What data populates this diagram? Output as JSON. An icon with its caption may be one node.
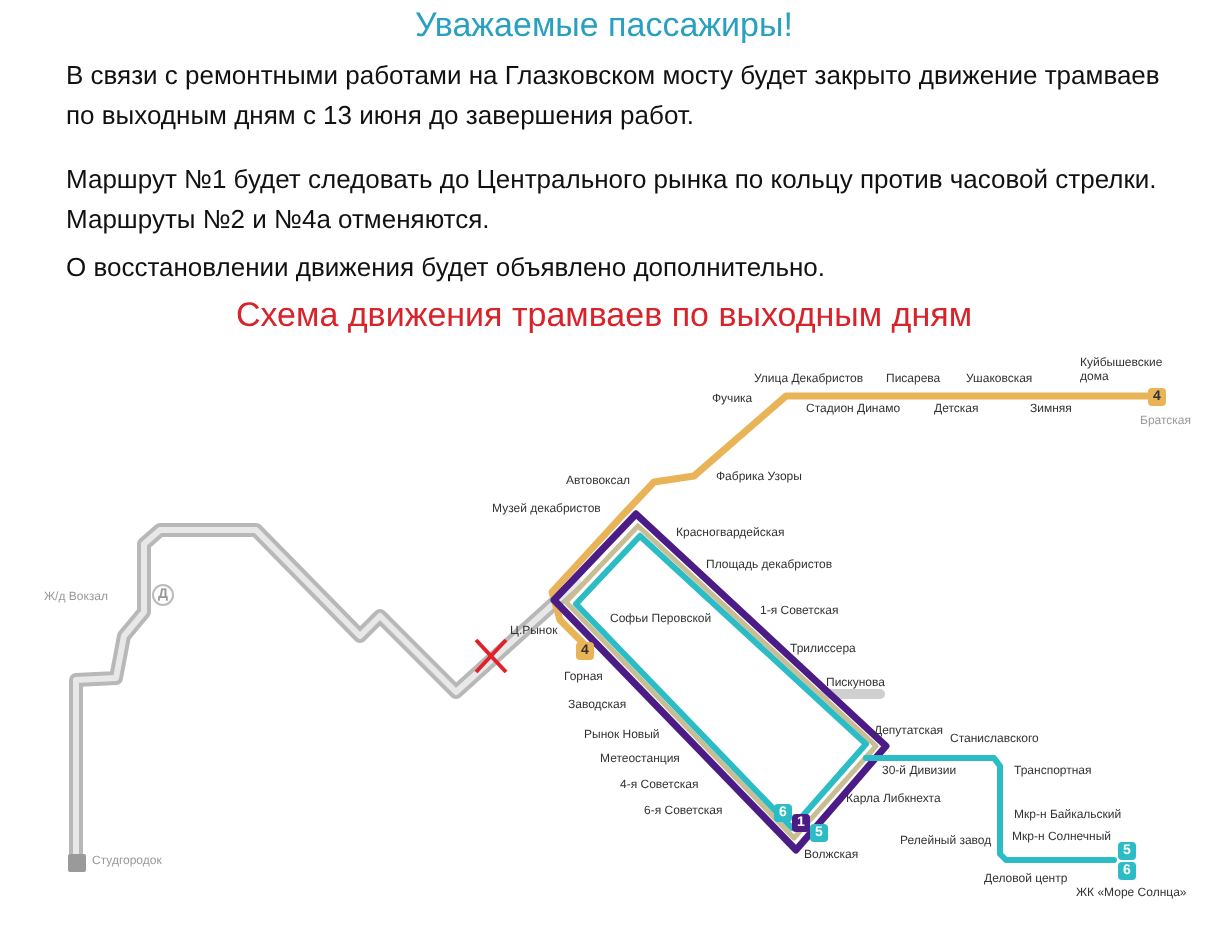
{
  "diagram": {
    "title": "Уважаемые пассажиры!",
    "labels": [
      "В связи с ремонтными работами на Глазковском мосту будет закрыто движение трамваев по выходным дням с 13 июня до завершения работ.",
      "Маршрут №1 будет следовать до Центрального рынка по кольцу против часовой стрелки.",
      "Маршруты №2 и №4а отменяются.",
      "О восстановлении движения будет объявлено дополнительно.",
      "Схема движения трамваев по выходным дням",
      "Куйбышевские дома",
      "Улица Декабристов",
      "Писарева",
      "Ушаковская",
      "Фучика",
      "Стадион Динамо",
      "Детская",
      "Зимняя",
      "4",
      "Братская",
      "Автовоксал",
      "Фабрика Узоры",
      "Музей декабристов",
      "Красногвардейская",
      "Площадь декабристов",
      "Ж/д Вокзал",
      "Д",
      "Софьи Перовской",
      "1-я Советская",
      "Ц.Рынок",
      "4",
      "Трилиссера",
      "Горная",
      "Пискунова",
      "Заводская",
      "Рынок Новый",
      "Депутатская",
      "Станиславского",
      "Метеостанция",
      "30-й Дивизии",
      "Транспортная",
      "4-я Советская",
      "Карла Либкнехта",
      "6-я Советская",
      "6",
      "1",
      "5",
      "Мкр-н Байкальский",
      "Волжская",
      "Релейный завод",
      "Мкр-н Солнечный",
      "5",
      "6",
      "Деловой центр",
      "ЖК «Море Солнца»",
      "Студгородок"
    ]
  }
}
